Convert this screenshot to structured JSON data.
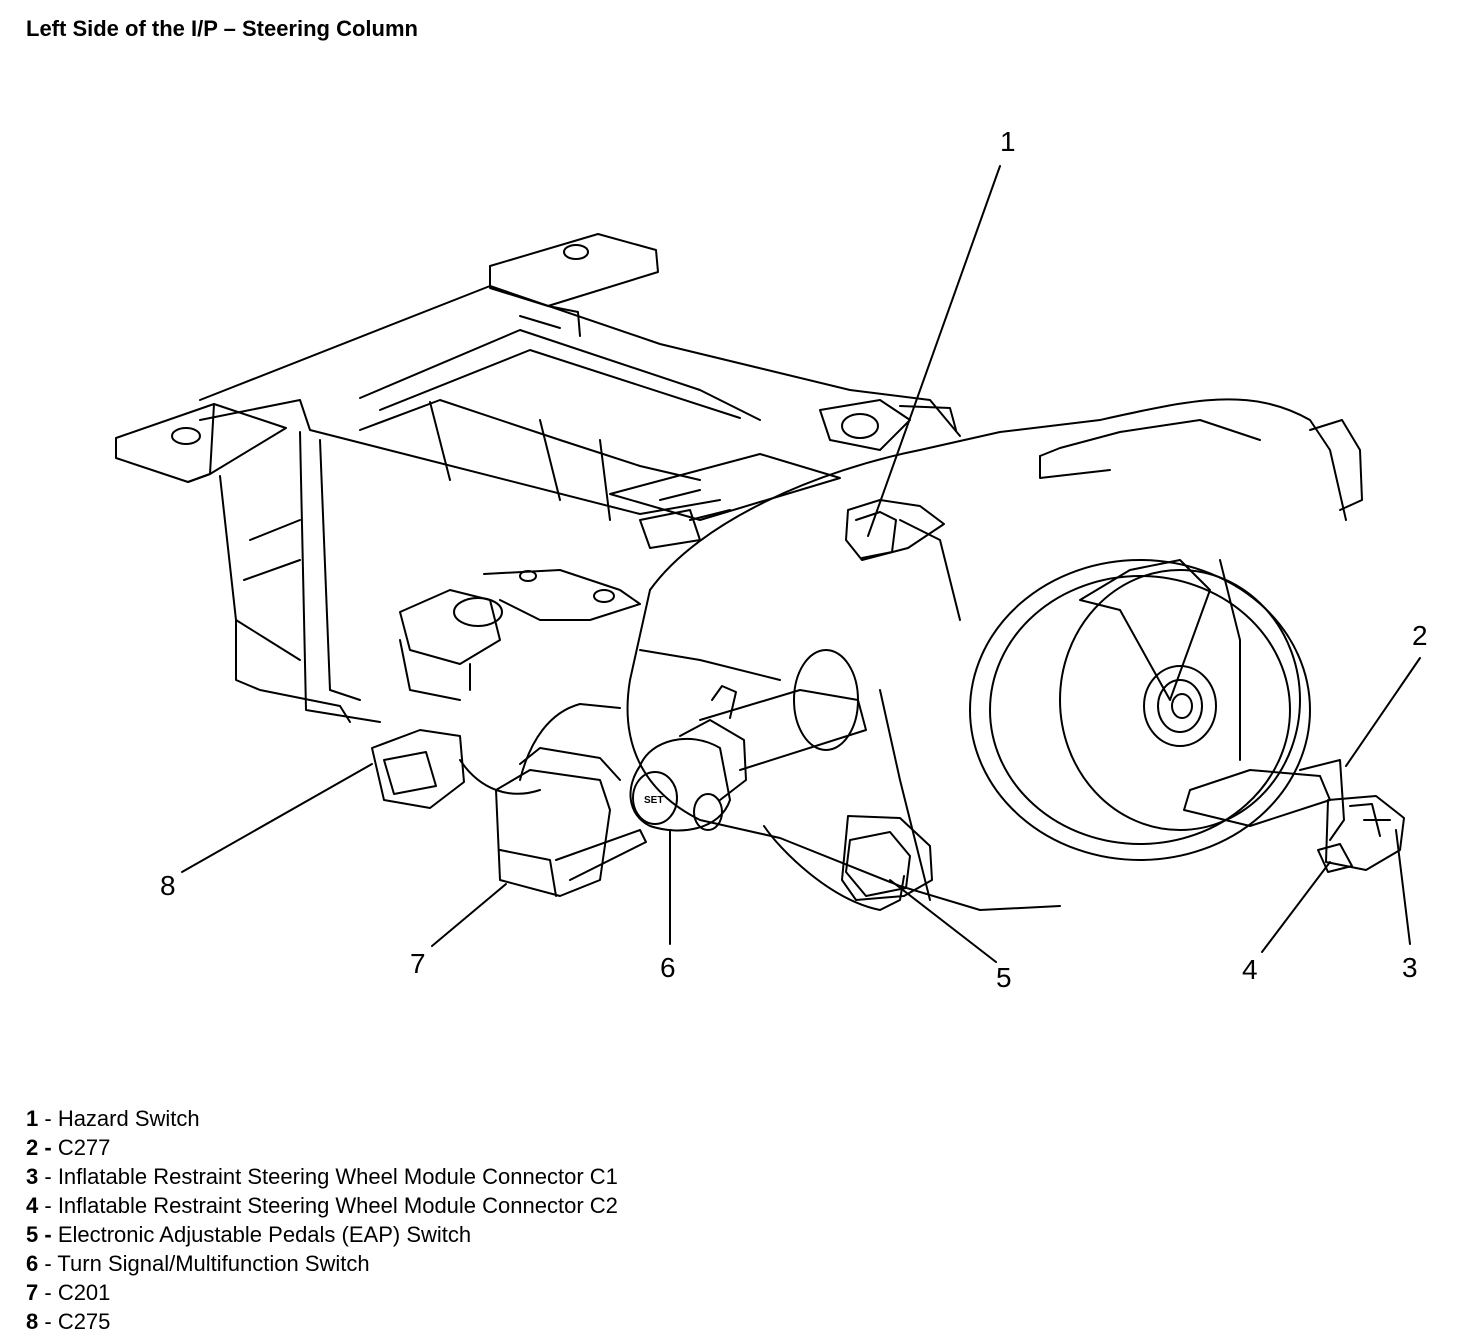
{
  "title": "Left Side of the I/P – Steering Column",
  "callouts": [
    {
      "num": "1"
    },
    {
      "num": "2"
    },
    {
      "num": "3"
    },
    {
      "num": "4"
    },
    {
      "num": "5"
    },
    {
      "num": "6"
    },
    {
      "num": "7"
    },
    {
      "num": "8"
    }
  ],
  "legend": [
    {
      "num": "1",
      "sep": " - ",
      "label": "Hazard Switch"
    },
    {
      "num": "2 -",
      "sep": " ",
      "label": "C277"
    },
    {
      "num": "3",
      "sep": " - ",
      "label": "Inflatable Restraint Steering Wheel Module Connector C1"
    },
    {
      "num": "4",
      "sep": " - ",
      "label": "Inflatable Restraint Steering Wheel Module Connector C2"
    },
    {
      "num": "5 -",
      "sep": " ",
      "label": "Electronic Adjustable Pedals (EAP) Switch"
    },
    {
      "num": "6",
      "sep": " - ",
      "label": "Turn Signal/Multifunction Switch"
    },
    {
      "num": "7",
      "sep": " - ",
      "label": "C201"
    },
    {
      "num": "8",
      "sep": " - ",
      "label": "C275"
    }
  ],
  "lever_text": "SET"
}
